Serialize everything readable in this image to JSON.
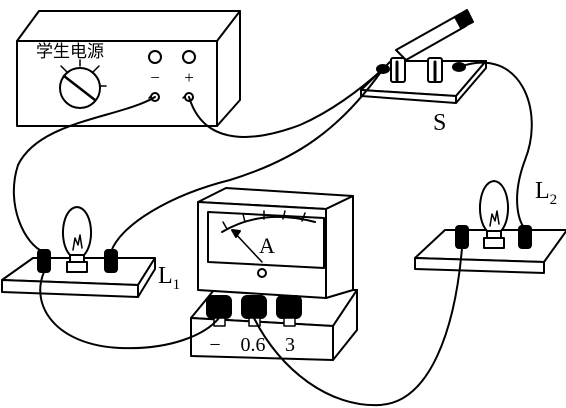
{
  "power_supply": {
    "label": "学生电源",
    "minus": "−",
    "plus": "+"
  },
  "switch": {
    "label": "S"
  },
  "bulb1": {
    "label": "L",
    "sub": "1"
  },
  "bulb2": {
    "label": "L",
    "sub": "2"
  },
  "ammeter": {
    "symbol": "A",
    "terminals": [
      "−",
      "0.6",
      "3"
    ]
  }
}
